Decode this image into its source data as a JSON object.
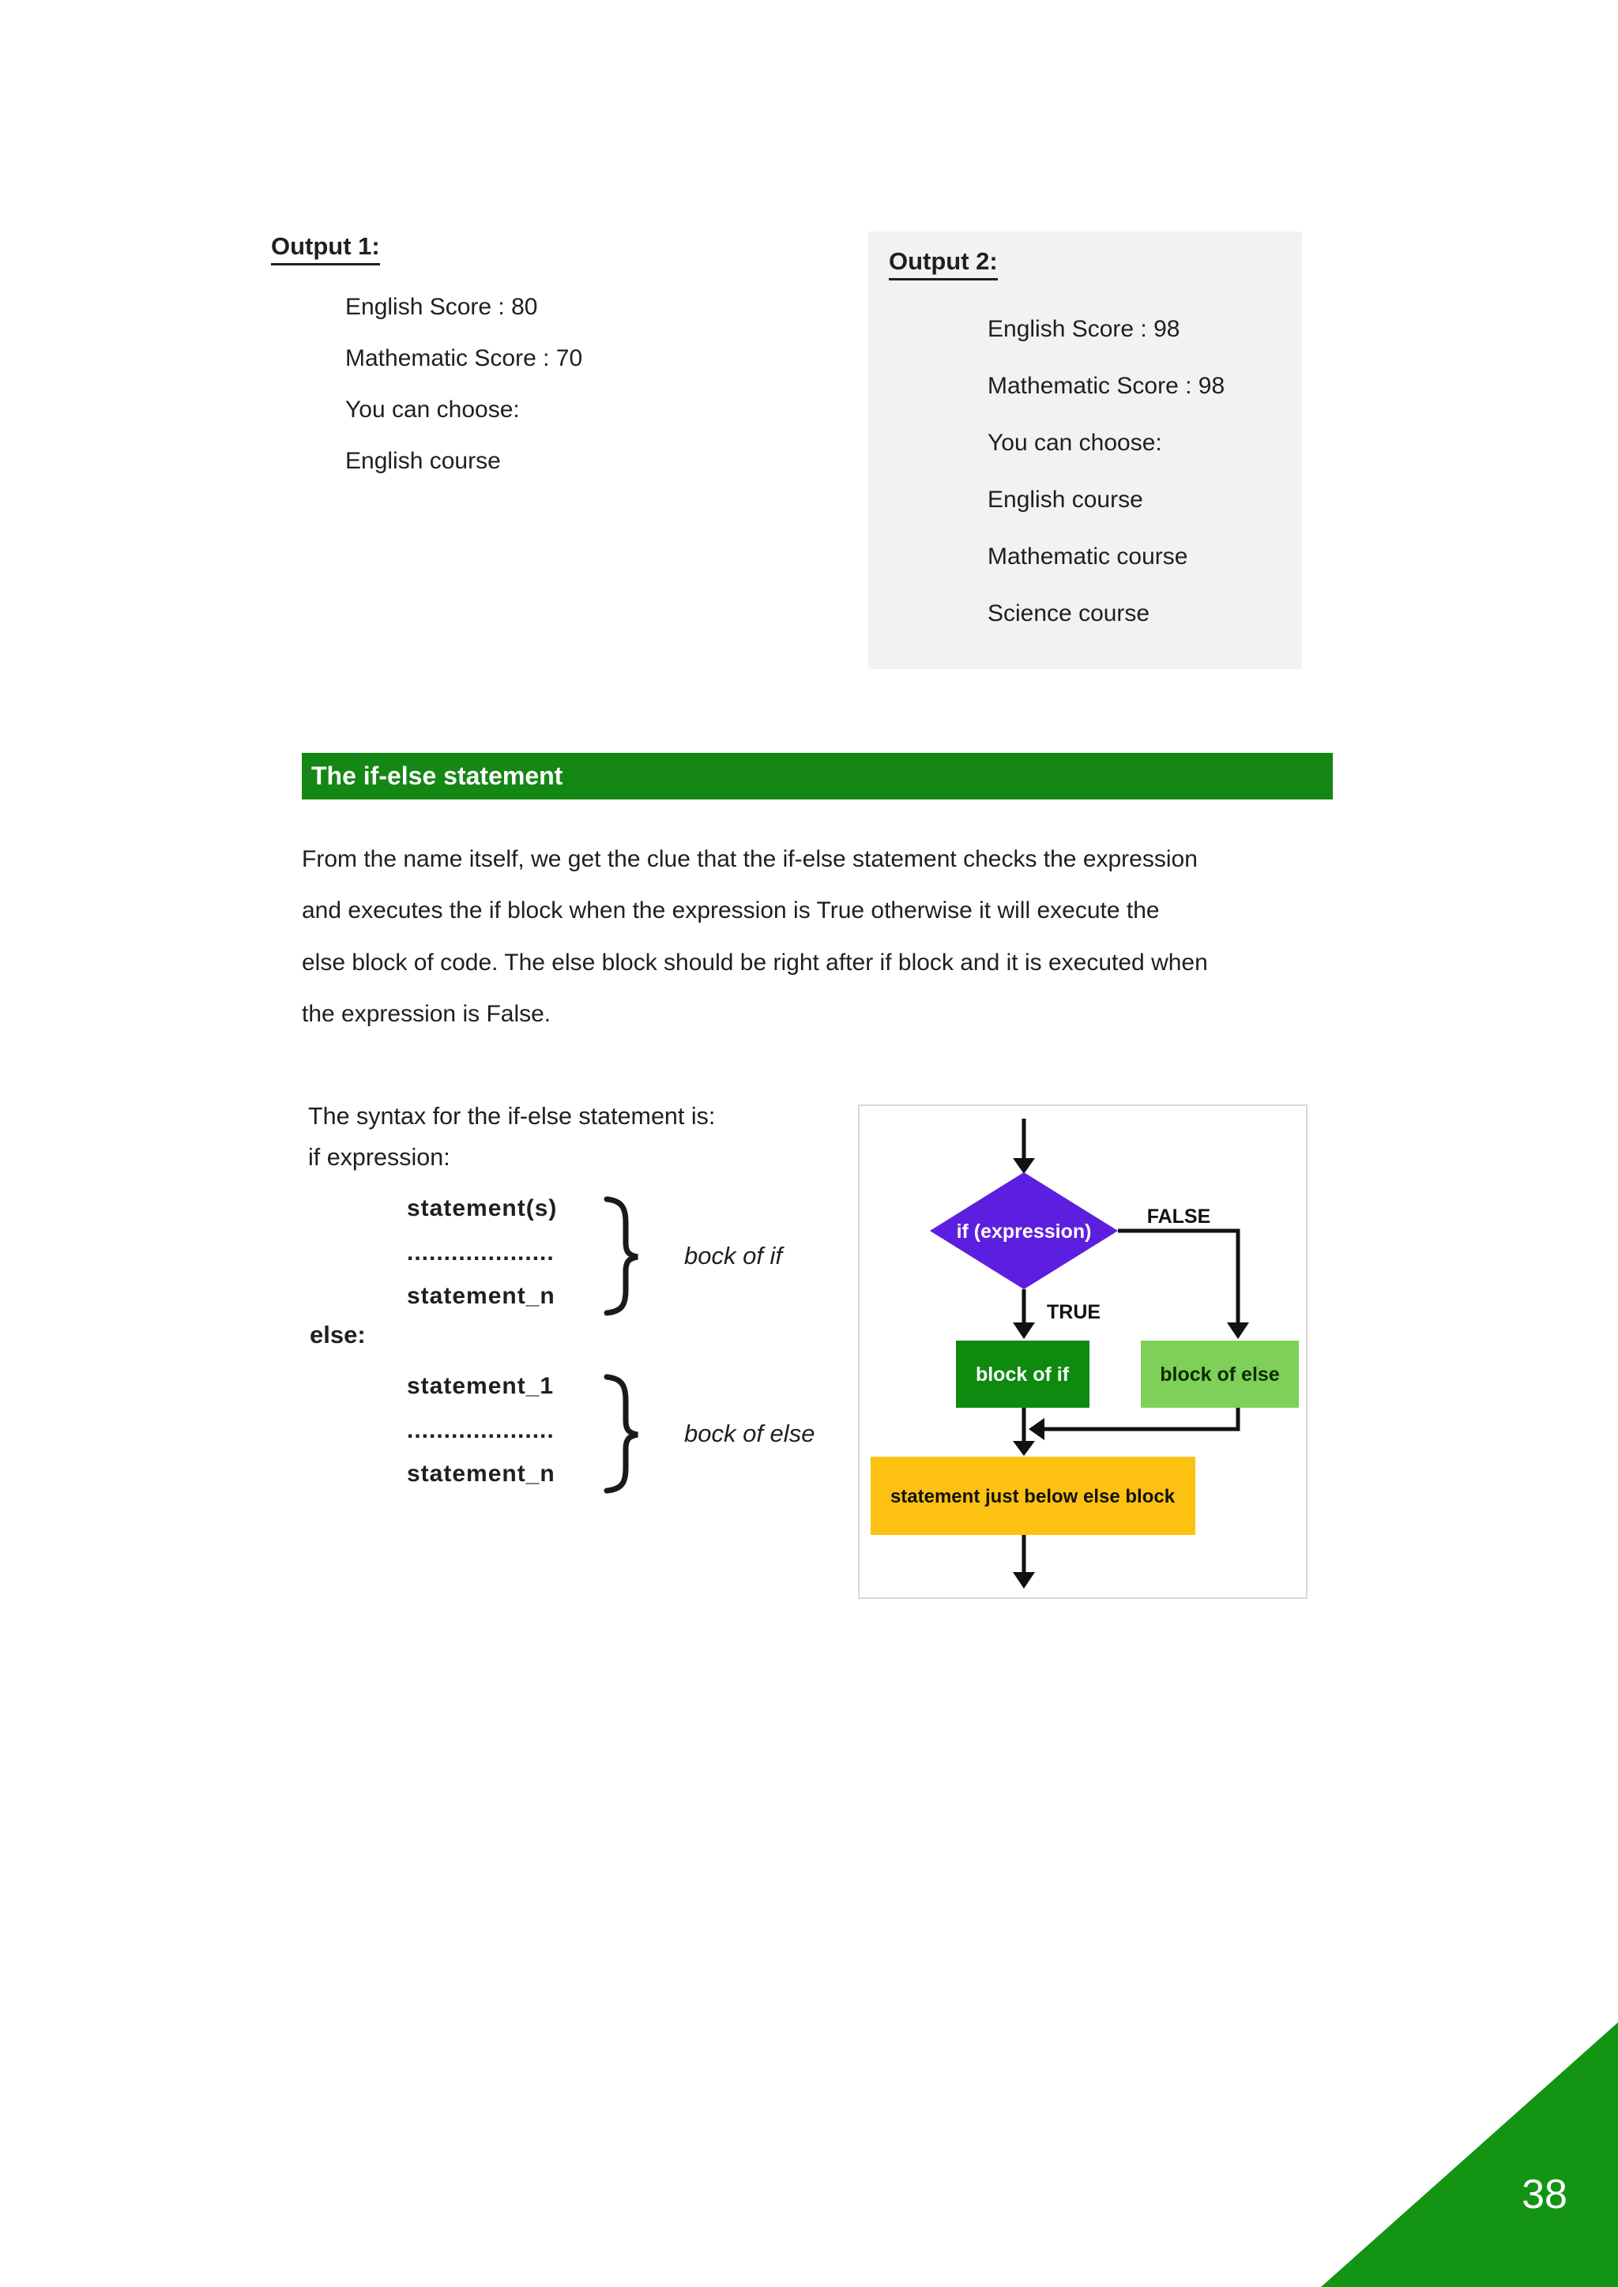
{
  "output1": {
    "title": "Output 1:",
    "lines": [
      "English Score : 80",
      "Mathematic Score : 70",
      "You can choose:",
      "English course"
    ]
  },
  "output2": {
    "title": "Output 2:",
    "lines": [
      "English Score : 98",
      "Mathematic Score : 98",
      "You can choose:",
      "English course",
      "Mathematic course",
      "Science course"
    ]
  },
  "section": {
    "title": "The if-else statement"
  },
  "paragraph": {
    "lines": [
      "From the name itself, we get the clue that the if-else statement checks the expression",
      "and executes the if block when the expression is True otherwise it will execute the",
      "else block of code. The else block should be right after if block and it is executed when",
      "the expression is False."
    ]
  },
  "syntax": {
    "intro": "The syntax for the if-else statement is:",
    "if_line": "if  expression:",
    "else_line": "else:",
    "if_block": {
      "lines": [
        "statement(s)",
        "....................",
        "statement_n"
      ],
      "brace_label": "bock of if"
    },
    "else_block": {
      "lines": [
        "statement_1",
        "....................",
        "statement_n"
      ],
      "brace_label": "bock of else"
    }
  },
  "flowchart": {
    "diamond_label": "if (expression)",
    "false_label": "FALSE",
    "true_label": "TRUE",
    "if_box_label": "block of if",
    "else_box_label": "block of else",
    "below_box_label": "statement just below else block",
    "colors": {
      "diamond": "#5c1fe0",
      "if_box": "#0e8a0e",
      "else_box": "#7ed058",
      "below_box": "#fdc112",
      "line": "#111111"
    }
  },
  "page": {
    "number": "38"
  },
  "colors": {
    "section_bar": "#148714",
    "corner_triangle": "#139413",
    "output2_bg": "#f2f2f2"
  }
}
